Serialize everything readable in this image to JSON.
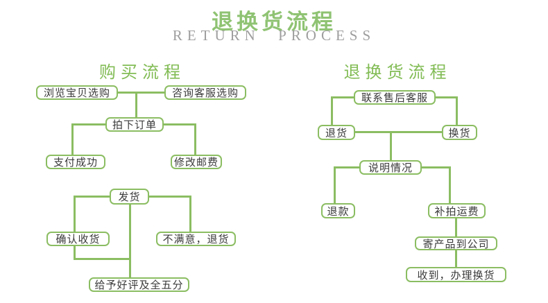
{
  "page": {
    "title": "退换货流程",
    "subtitle": "RETURN PROCESS"
  },
  "colors": {
    "title_green": "#8fc373",
    "heading_green": "#82bc55",
    "line_green": "#8bbd62",
    "box_border_green": "#8bbd62",
    "box_text": "#3a3a3a",
    "subtitle_gray": "#9e9e9e"
  },
  "left_flow": {
    "heading": "购买流程",
    "nodes": [
      {
        "label": "浏览宝贝选购"
      },
      {
        "label": "咨询客服选购"
      },
      {
        "label": "拍下订单"
      },
      {
        "label": "支付成功"
      },
      {
        "label": "修改邮费"
      },
      {
        "label": "发货"
      },
      {
        "label": "确认收货"
      },
      {
        "label": "不满意，退货"
      },
      {
        "label": "给予好评及全五分"
      }
    ]
  },
  "right_flow": {
    "heading": "退换货流程",
    "nodes": [
      {
        "label": "联系售后客服"
      },
      {
        "label": "退货"
      },
      {
        "label": "换货"
      },
      {
        "label": "说明情况"
      },
      {
        "label": "退款"
      },
      {
        "label": "补拍运费"
      },
      {
        "label": "寄产品到公司"
      },
      {
        "label": "收到，办理换货"
      }
    ]
  }
}
